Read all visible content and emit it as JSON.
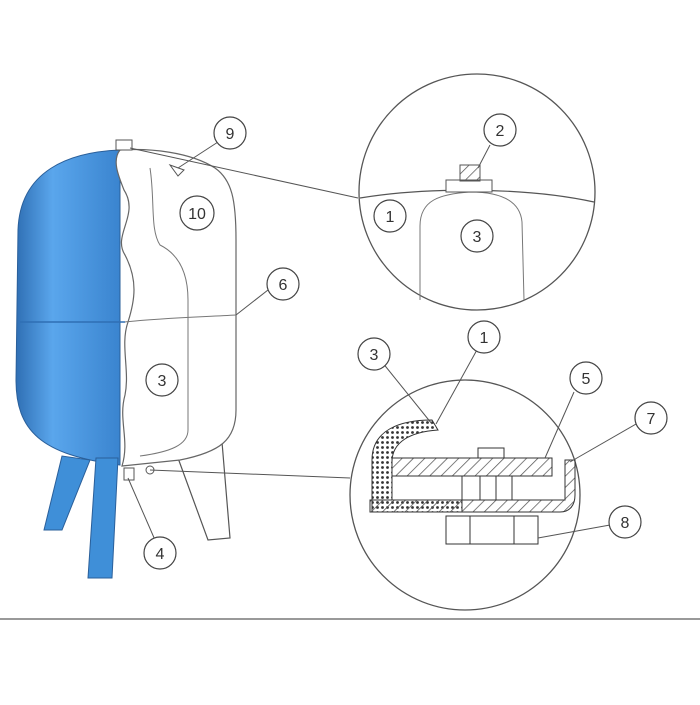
{
  "callouts": [
    {
      "id": "c9",
      "label": "9"
    },
    {
      "id": "c10",
      "label": "10"
    },
    {
      "id": "c6",
      "label": "6"
    },
    {
      "id": "c3a",
      "label": "3"
    },
    {
      "id": "c4",
      "label": "4"
    },
    {
      "id": "c2",
      "label": "2"
    },
    {
      "id": "c1a",
      "label": "1"
    },
    {
      "id": "c3b",
      "label": "3"
    },
    {
      "id": "c1b",
      "label": "1"
    },
    {
      "id": "c3c",
      "label": "3"
    },
    {
      "id": "c5",
      "label": "5"
    },
    {
      "id": "c7",
      "label": "7"
    },
    {
      "id": "c8",
      "label": "8"
    }
  ],
  "colors": {
    "tank": "#3f8fd8",
    "tank_dark": "#2f6fb4",
    "line": "#555555",
    "hatch": "#444444"
  }
}
